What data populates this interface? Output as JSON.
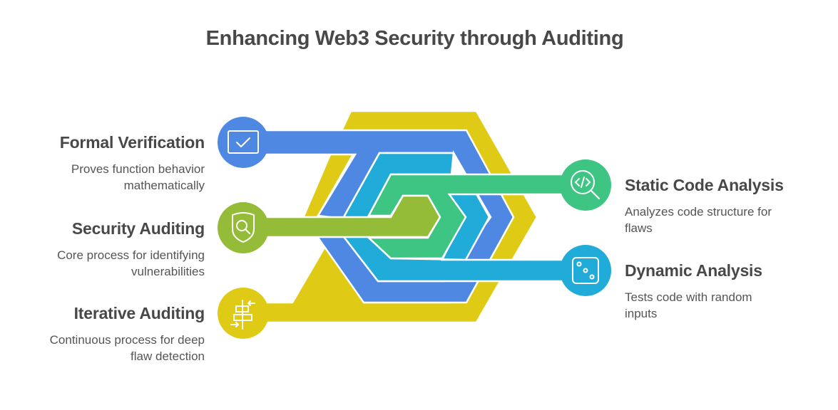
{
  "title": "Enhancing Web3 Security through Auditing",
  "colors": {
    "formal_verification": "#4F88E3",
    "security_auditing": "#94BC39",
    "iterative_auditing": "#DFCB16",
    "static_code_analysis": "#3EC584",
    "dynamic_analysis": "#21ABD9",
    "heading_text": "#484848",
    "body_text": "#555555"
  },
  "left_items": [
    {
      "title": "Formal Verification",
      "description_line1": "Proves function behavior",
      "description_line2": "mathematically",
      "icon": "checkbox-icon"
    },
    {
      "title": "Security Auditing",
      "description_line1": "Core process for identifying",
      "description_line2": "vulnerabilities",
      "icon": "shield-search-icon"
    },
    {
      "title": "Iterative Auditing",
      "description_line1": "Continuous process for deep",
      "description_line2": "flaw detection",
      "icon": "align-arrows-icon"
    }
  ],
  "right_items": [
    {
      "title": "Static Code Analysis",
      "description_line1": "Analyzes code structure for",
      "description_line2": "flaws",
      "icon": "code-search-icon"
    },
    {
      "title": "Dynamic Analysis",
      "description_line1": "Tests code with random",
      "description_line2": "inputs",
      "icon": "dice-icon"
    }
  ]
}
